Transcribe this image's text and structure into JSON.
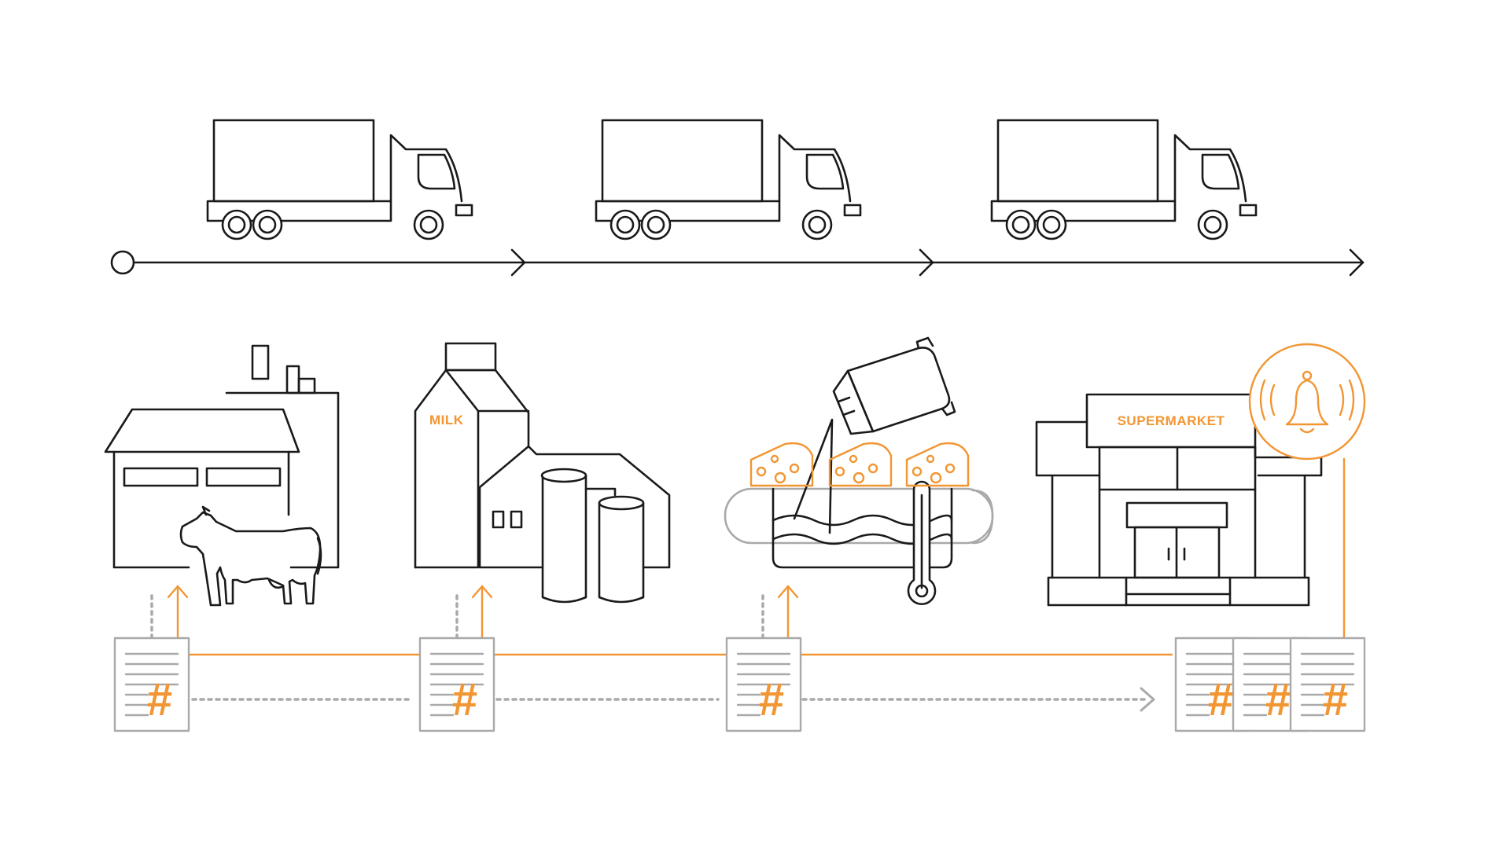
{
  "labels": {
    "milk": "MILK",
    "supermarket": "SUPERMARKET",
    "hash": "#"
  },
  "stages": [
    "dairy-farm",
    "milk-processing-plant",
    "cheese-production",
    "supermarket"
  ],
  "colors": {
    "line": "#1a1a1a",
    "accent": "#f29633",
    "gray": "#a9a9a9"
  }
}
